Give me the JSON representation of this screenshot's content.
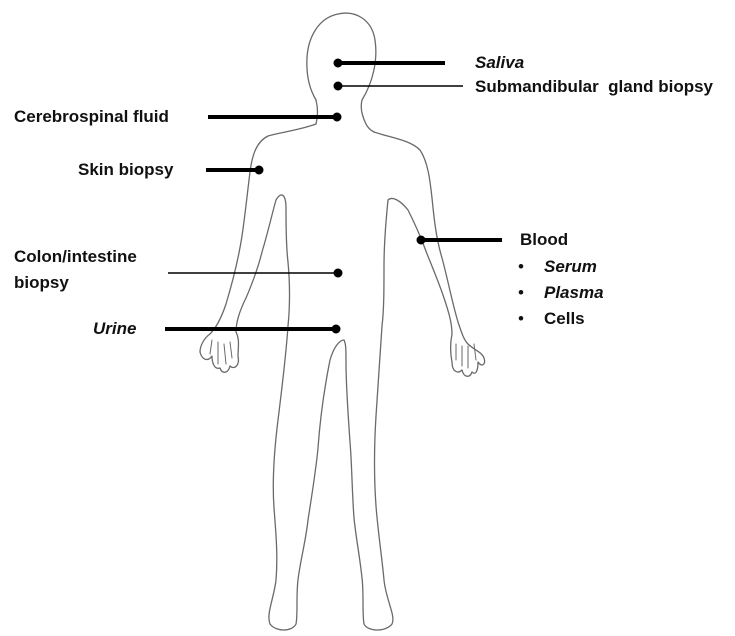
{
  "labels": {
    "saliva": "Saliva",
    "submandibular": "Submandibular  gland biopsy",
    "csf": "Cerebrospinal fluid",
    "skin": "Skin biopsy",
    "colon_line1": "Colon/intestine",
    "colon_line2": "biopsy",
    "urine": "Urine",
    "blood": "Blood"
  },
  "blood_components": [
    {
      "bullet": "•",
      "text": "Serum"
    },
    {
      "bullet": "•",
      "text": "Plasma"
    },
    {
      "bullet": "•",
      "text": "Cells"
    }
  ],
  "colors": {
    "text": "#111111",
    "line": "#000000",
    "outline": "#666666"
  }
}
